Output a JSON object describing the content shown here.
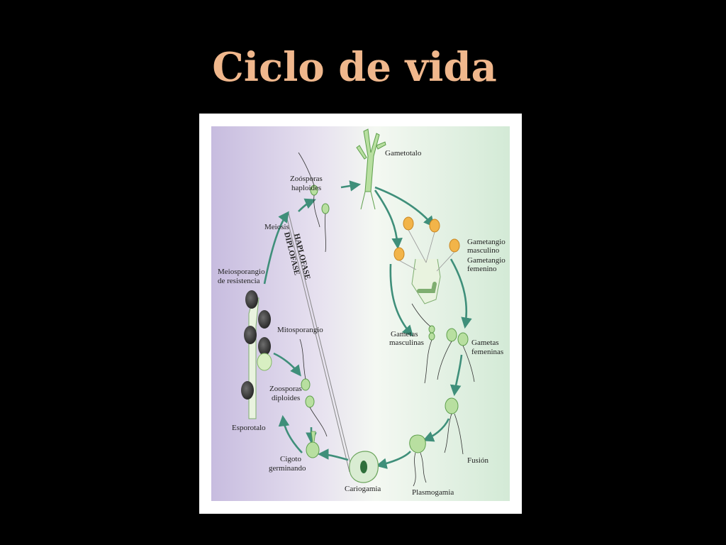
{
  "slide": {
    "title": "Ciclo de vida"
  },
  "diagram": {
    "phase_haploid": "HAPLOFASE",
    "phase_diploid": "DIPLOFASE",
    "labels": {
      "gametotalo": "Gametotalo",
      "zoosporas_haploides_1": "Zoósporas",
      "zoosporas_haploides_2": "haploides",
      "meiosis": "Meiosis",
      "meiosporangio_1": "Meiosporangio",
      "meiosporangio_2": "de resistencia",
      "gametangio_m_1": "Gametangio",
      "gametangio_m_2": "masculino",
      "gametangio_f_1": "Gametangio",
      "gametangio_f_2": "femenino",
      "mitosporangio": "Mitosporangio",
      "gametas_m_1": "Gametas",
      "gametas_m_2": "masculinas",
      "gametas_f_1": "Gametas",
      "gametas_f_2": "femeninas",
      "zoosporas_diploides_1": "Zoosporas",
      "zoosporas_diploides_2": "diploides",
      "esporotalo": "Esporotalo",
      "fusion": "Fusión",
      "cigoto_1": "Cigoto",
      "cigoto_2": "germinando",
      "cariogamia": "Cariogamia",
      "plasmogamia": "Plasmogamia"
    },
    "colors": {
      "arrow": "#3f8f7a",
      "cell_fill": "#b8dfa0",
      "cell_stroke": "#5e9f4c",
      "gametangio_m": "#f2b449",
      "sporangium_dark": "#3a3a3a",
      "bg_haploid": "#d9eedd",
      "bg_diploid": "#cbbfe0"
    }
  }
}
